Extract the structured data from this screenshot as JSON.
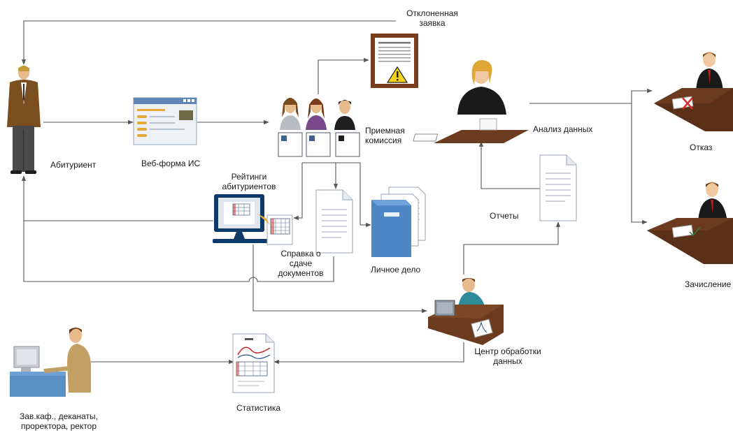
{
  "labels": {
    "rejected_app_line1": "Отклоненная",
    "rejected_app_line2": "заявка",
    "applicant": "Абитуриент",
    "web_form": "Веб-форма ИС",
    "admission_line1": "Приемная",
    "admission_line2": "комиссия",
    "data_analysis": "Анализ данных",
    "refusal": "Отказ",
    "ratings_line1": "Рейтинги",
    "ratings_line2": "абитуриентов",
    "reports": "Отчеты",
    "certificate_line1": "Справка о",
    "certificate_line2": "сдаче",
    "certificate_line3": "документов",
    "personal_file": "Личное дело",
    "enrollment": "Зачисление",
    "processing_line1": "Центр обработки",
    "processing_line2": "данных",
    "statistics": "Статистика",
    "management_line1": "Зав.каф., деканаты,",
    "management_line2": "проректора, ректор"
  },
  "icons": [
    "applicant-person-icon",
    "web-form-window-icon",
    "commission-people-icon",
    "rejected-document-warning-icon",
    "analyst-desk-icon",
    "refusal-desk-icon",
    "enrollment-desk-icon",
    "ratings-monitor-icon",
    "certificate-spreadsheet-icon",
    "document-page-icon",
    "personal-file-folder-icon",
    "reports-document-icon",
    "processing-center-desk-icon",
    "statistics-report-icon",
    "management-computer-user-icon"
  ],
  "colors": {
    "line": "#555555",
    "brown_suit": "#7a4e1e",
    "desk": "#6b3a1f",
    "teal_shirt": "#2e8b9a",
    "folder_blue": "#4f86c6",
    "warning_yellow": "#f2d21b"
  }
}
